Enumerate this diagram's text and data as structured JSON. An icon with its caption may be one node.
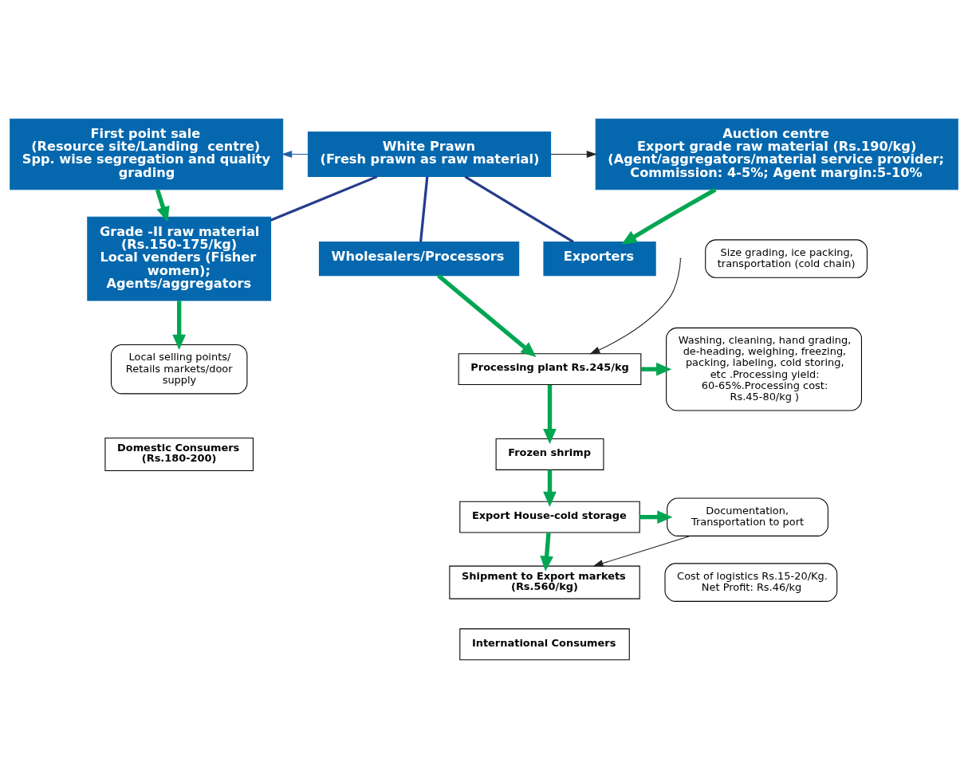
{
  "diagram": {
    "nodes": [
      {
        "text": [
          "White Prawn",
          "(Fresh prawn as raw material)"
        ]
      },
      {
        "text": [
          "First point sale",
          "(Resource site/Landing  centre)",
          "Spp. wise segregation and quality grading"
        ]
      },
      {
        "text": [
          "Auction centre",
          "Export grade raw material (Rs.190/kg)",
          "(Agent/aggregators/material service provider; Commission: 4-5%; Agent margin:5-10%"
        ]
      },
      {
        "text": [
          "Size grading, ice packing, transportation (cold chain)"
        ]
      },
      {
        "text": [
          "Grade -II raw material",
          "(Rs.150-175/kg)",
          "Local venders (Fisher women); Agents/aggregators"
        ]
      },
      {
        "text": [
          "Wholesalers/Processors"
        ]
      },
      {
        "text": [
          "Exporters"
        ]
      },
      {
        "text": [
          "Local selling points/ Retails markets/door supply"
        ]
      },
      {
        "text": [
          "Domestic Consumers",
          "(Rs.180-200)"
        ]
      },
      {
        "text": [
          "Processing plant Rs.245/kg"
        ]
      },
      {
        "text": [
          "Washing, cleaning, hand grading, de-heading, weighing, freezing, packing, labeling, cold storing, etc .Processing yield: 60-65%.Processing cost: Rs.45-80/kg )"
        ]
      },
      {
        "text": [
          "Frozen shrimp"
        ]
      },
      {
        "text": [
          "Export House-cold storage"
        ]
      },
      {
        "text": [
          "Documentation, Transportation to port"
        ]
      },
      {
        "text": [
          "Shipment to Export markets",
          "(Rs.560/kg)"
        ]
      },
      {
        "text": [
          "Cost of logistics Rs.15-20/Kg.",
          "Net Profit: Rs.46/kg"
        ]
      },
      {
        "text": [
          "International Consumers"
        ]
      }
    ],
    "edges": [
      {
        "from": 0,
        "to": 2,
        "arrow": "to",
        "color": "#222222"
      },
      {
        "from": 0,
        "to": 1,
        "arrow": "to",
        "color": "#1f5fa8"
      },
      {
        "from": 0,
        "to": 4,
        "arrow": "none",
        "color": "#253c8c"
      },
      {
        "from": 0,
        "to": 5,
        "arrow": "none",
        "color": "#253c8c"
      },
      {
        "from": 0,
        "to": 6,
        "arrow": "none",
        "color": "#253c8c"
      },
      {
        "from": 1,
        "to": 4,
        "arrow": "to"
      },
      {
        "from": 2,
        "to": 6,
        "arrow": "to"
      },
      {
        "from": 4,
        "to": 7,
        "arrow": "to"
      },
      {
        "from": 5,
        "to": 9,
        "arrow": "to"
      },
      {
        "from": null,
        "to": 9,
        "arrow": "to",
        "color": "#222222"
      },
      {
        "from": 9,
        "to": 10,
        "arrow": "to"
      },
      {
        "from": 9,
        "to": 11,
        "arrow": "to"
      },
      {
        "from": 11,
        "to": 12,
        "arrow": "to"
      },
      {
        "from": 12,
        "to": 13,
        "arrow": "to"
      },
      {
        "from": 12,
        "to": 14,
        "arrow": "to"
      },
      {
        "from": 13,
        "to": 14,
        "arrow": "to",
        "color": "#222222"
      }
    ]
  }
}
